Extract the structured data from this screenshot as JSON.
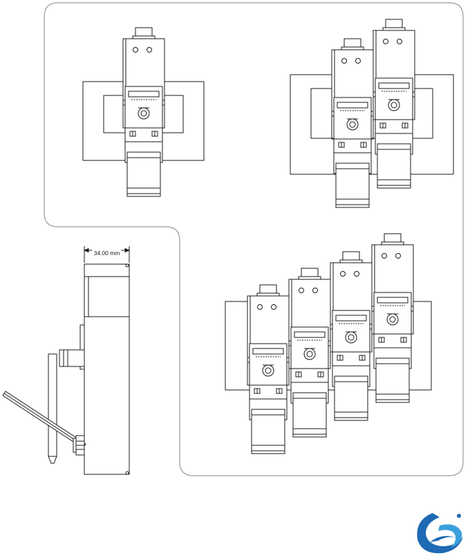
{
  "diagram": {
    "dimension_label": "34.00 mm",
    "config_single_units": 1,
    "config_double_units": 2,
    "config_quad_units": 4
  },
  "colors": {
    "line": "#1a1a1a",
    "panel_border": "#9a9a9a",
    "logo_blue": "#1e6ab4",
    "logo_cyan": "#3aa0dc"
  },
  "icons": {
    "brand_logo": "swirl-logo-icon"
  }
}
